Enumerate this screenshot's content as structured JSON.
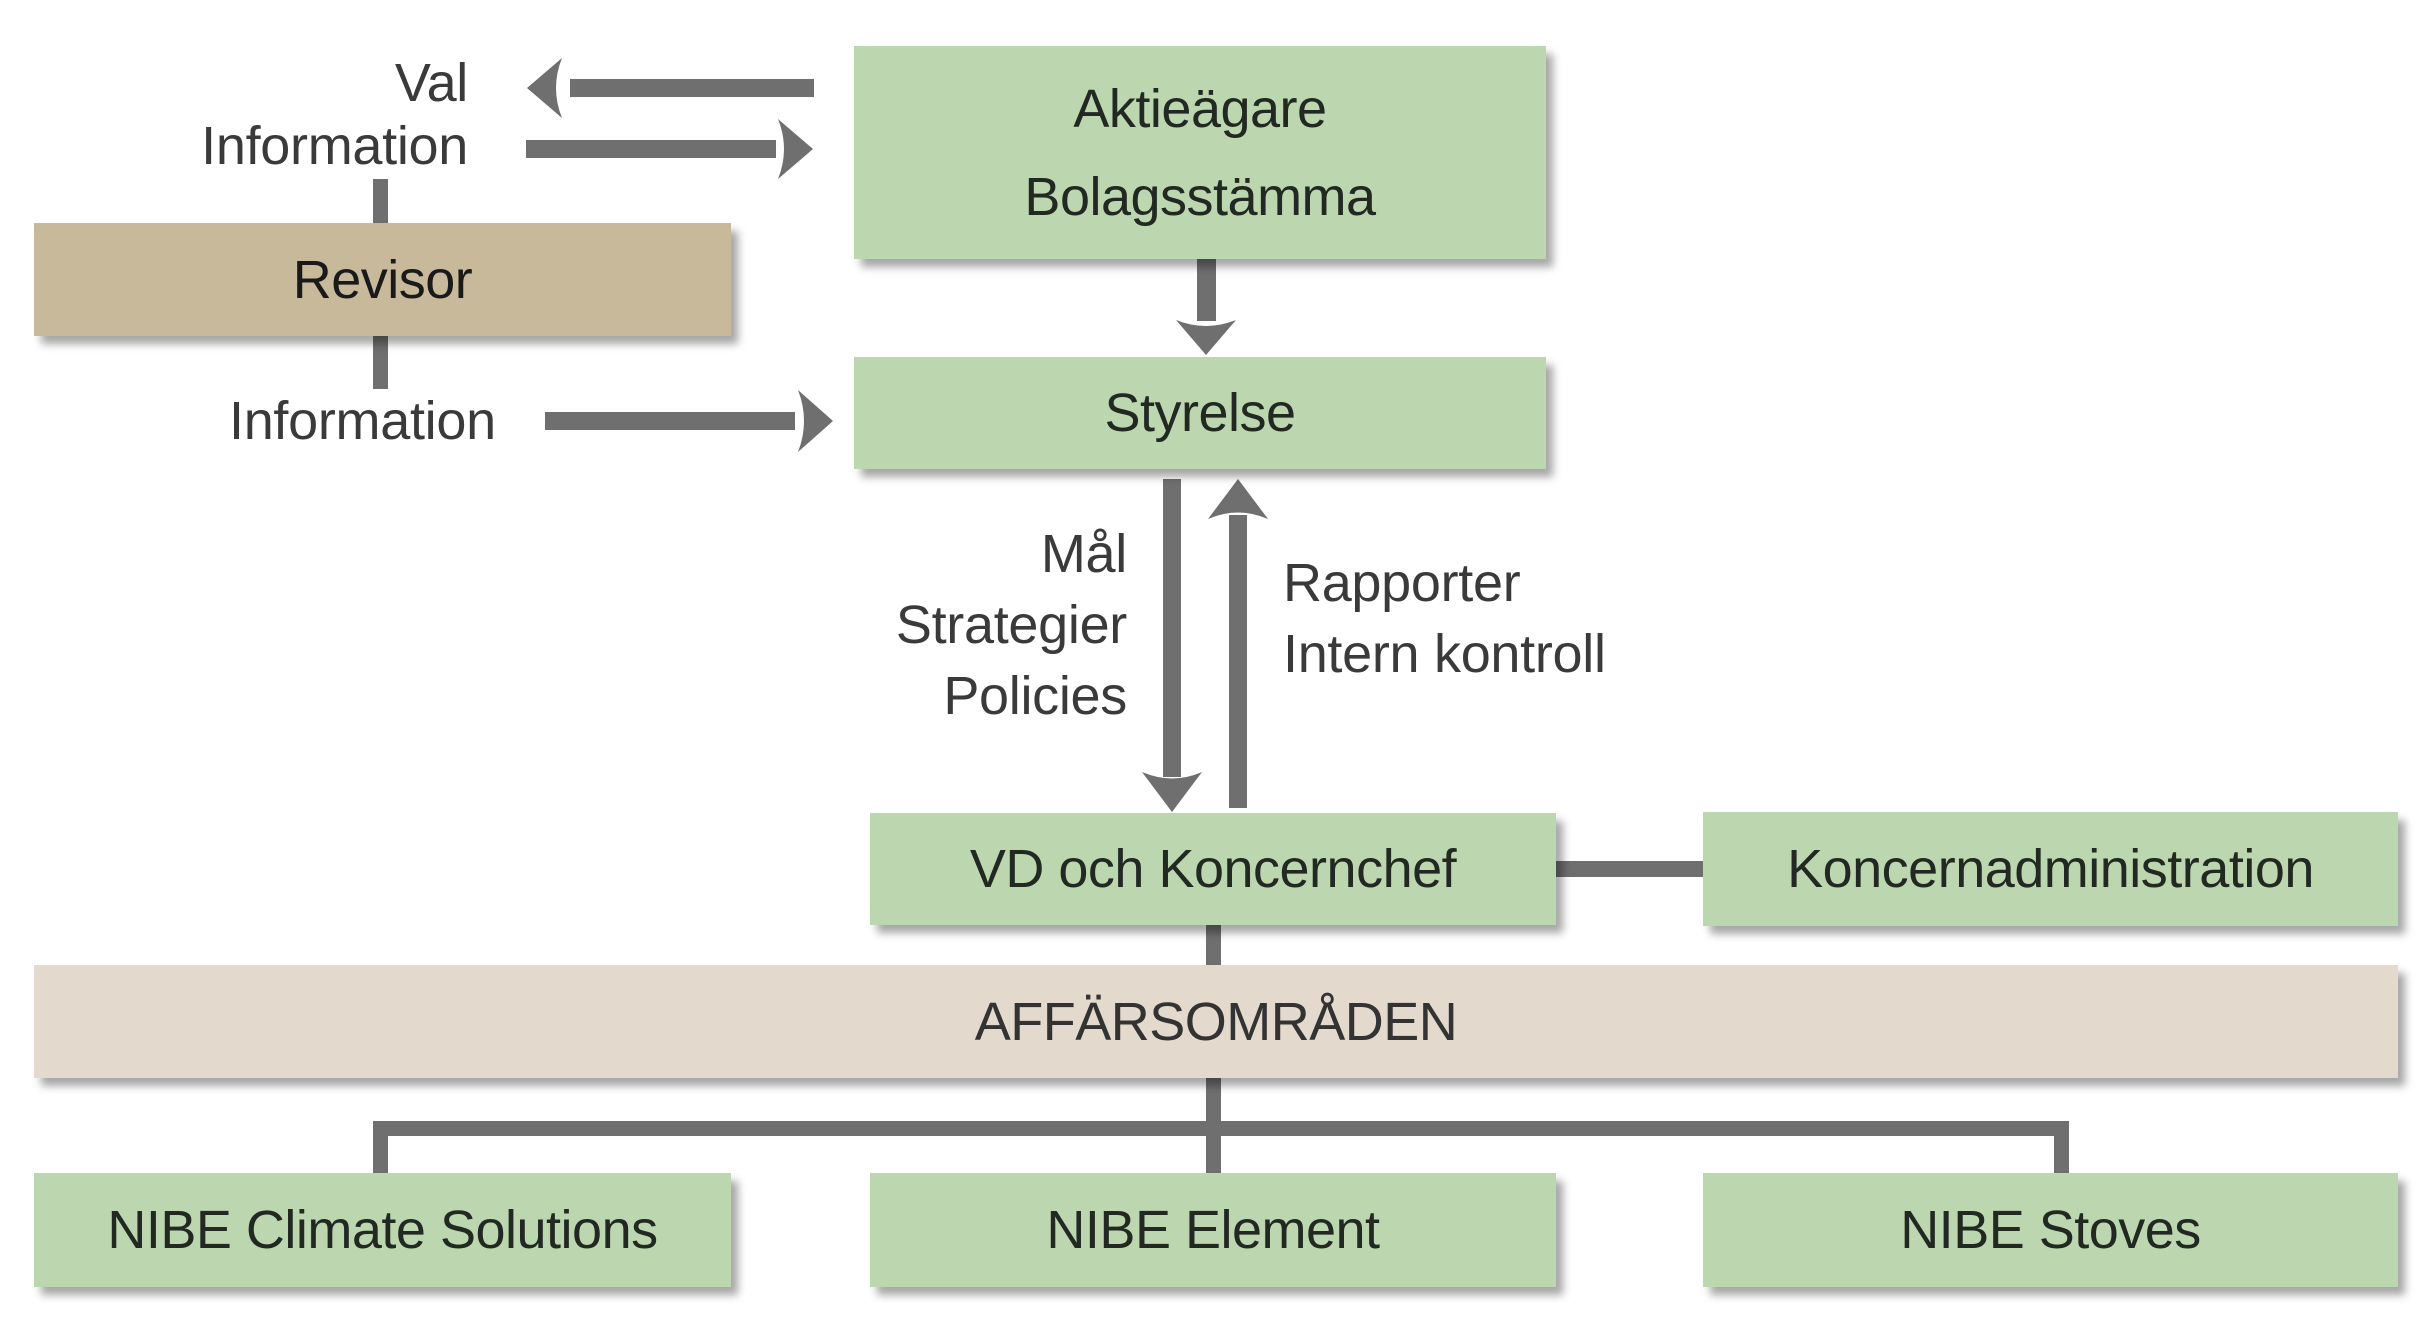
{
  "diagram": {
    "title": "",
    "colors": {
      "node_green": "#bcd7b0",
      "node_auditor": "#c9b99b",
      "node_business_areas": "#e4d9cd",
      "connector": "#6f6f6f",
      "text": "#333333"
    },
    "nodes": {
      "shareholders": {
        "line1": "Aktieägare",
        "line2": "Bolagsstämma"
      },
      "board": {
        "label": "Styrelse"
      },
      "auditor": {
        "label": "Revisor"
      },
      "ceo": {
        "label": "VD och Koncernchef"
      },
      "group_admin": {
        "label": "Koncernadministration"
      },
      "business_areas": {
        "label": "AFFÄRSOMRÅDEN"
      },
      "divisions": [
        {
          "label": "NIBE Climate Solutions"
        },
        {
          "label": "NIBE Element"
        },
        {
          "label": "NIBE Stoves"
        }
      ]
    },
    "edge_labels": {
      "shareholders_to_auditor": "Val",
      "auditor_to_shareholders": "Information",
      "auditor_to_board": "Information",
      "board_to_ceo": [
        "Mål",
        "Strategier",
        "Policies"
      ],
      "ceo_to_board": [
        "Rapporter",
        "Intern kontroll"
      ]
    },
    "edges": [
      {
        "from": "Aktieägare / Bolagsstämma",
        "to": "Revisor",
        "label": "Val",
        "type": "arrow"
      },
      {
        "from": "Revisor",
        "to": "Aktieägare / Bolagsstämma",
        "label": "Information",
        "type": "arrow"
      },
      {
        "from": "Aktieägare / Bolagsstämma",
        "to": "Styrelse",
        "label": "",
        "type": "arrow"
      },
      {
        "from": "Revisor",
        "to": "Styrelse",
        "label": "Information",
        "type": "arrow"
      },
      {
        "from": "Styrelse",
        "to": "VD och Koncernchef",
        "label": "Mål, Strategier, Policies",
        "type": "arrow"
      },
      {
        "from": "VD och Koncernchef",
        "to": "Styrelse",
        "label": "Rapporter, Intern kontroll",
        "type": "arrow"
      },
      {
        "from": "VD och Koncernchef",
        "to": "Koncernadministration",
        "label": "",
        "type": "line"
      },
      {
        "from": "VD och Koncernchef",
        "to": "AFFÄRSOMRÅDEN",
        "label": "",
        "type": "line"
      },
      {
        "from": "AFFÄRSOMRÅDEN",
        "to": "NIBE Climate Solutions",
        "label": "",
        "type": "line"
      },
      {
        "from": "AFFÄRSOMRÅDEN",
        "to": "NIBE Element",
        "label": "",
        "type": "line"
      },
      {
        "from": "AFFÄRSOMRÅDEN",
        "to": "NIBE Stoves",
        "label": "",
        "type": "line"
      }
    ]
  }
}
